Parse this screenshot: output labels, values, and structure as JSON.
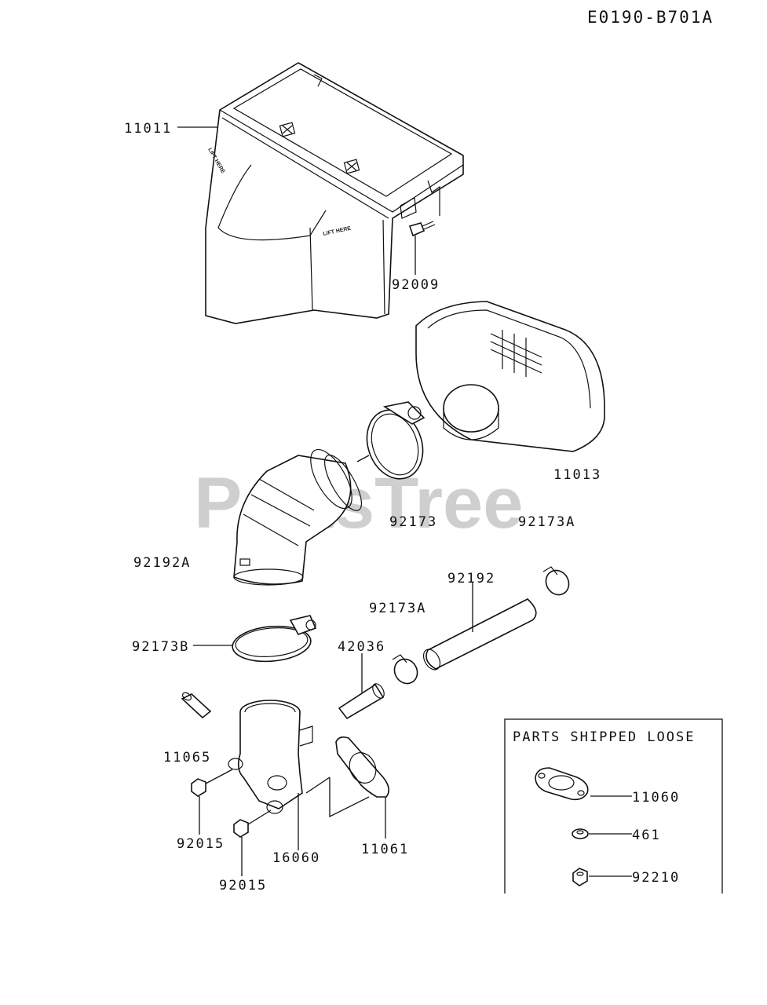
{
  "diagram_code": "E0190-B701A",
  "watermark": "PartsTree",
  "parts": {
    "p11011": "11011",
    "p92009": "92009",
    "p11013": "11013",
    "p92173": "92173",
    "p92173A_1": "92173A",
    "p92192A": "92192A",
    "p92192": "92192",
    "p92173A_2": "92173A",
    "p92173B": "92173B",
    "p42036": "42036",
    "p11065": "11065",
    "p92015_1": "92015",
    "p16060": "16060",
    "p11061": "11061",
    "p92015_2": "92015"
  },
  "loose_box": {
    "title": "PARTS SHIPPED LOOSE",
    "p11060": "11060",
    "p461": "461",
    "p92210": "92210"
  },
  "decals": {
    "lift_here_1": "LIFT HERE",
    "lift_here_2": "LIFT HERE"
  }
}
